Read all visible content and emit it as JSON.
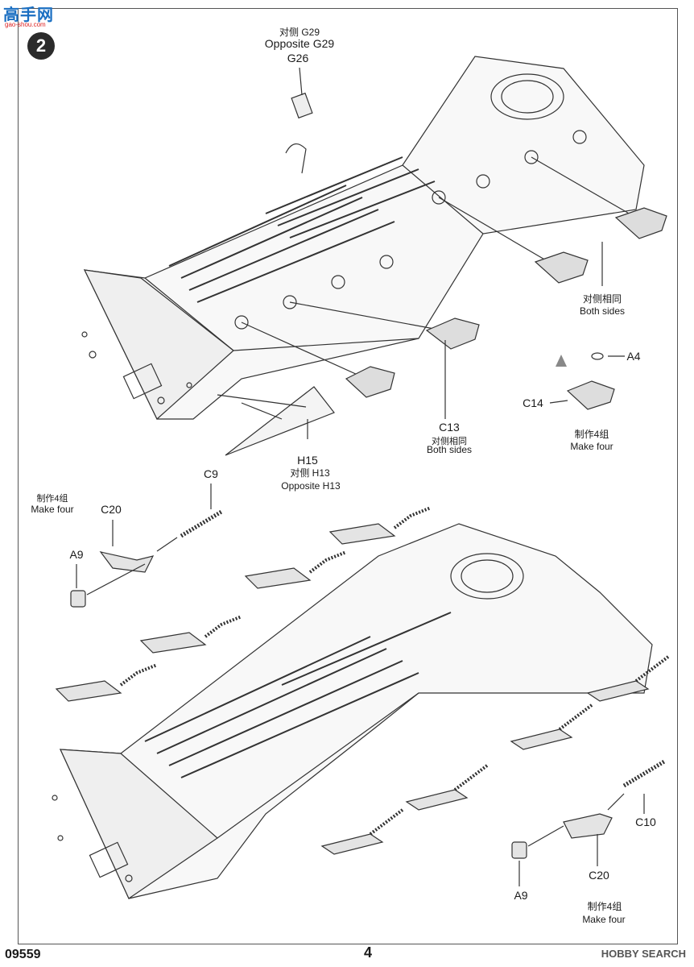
{
  "header": {
    "logo_main": "高手网",
    "logo_sub": "gao-shou.com",
    "step_number": "2"
  },
  "top_view": {
    "g29_cn": "对侧 G29",
    "g29_en": "Opposite G29",
    "g26": "G26",
    "both_sides_cn_upper": "对侧相同",
    "both_sides_en_upper": "Both sides",
    "a4": "A4",
    "c14": "C14",
    "make_four_cn_right": "制作4组",
    "make_four_en_right": "Make four",
    "c13": "C13",
    "c13_sides_cn": "对侧相同",
    "c13_sides_en": "Both sides",
    "h15": "H15",
    "h13_cn": "对侧 H13",
    "h13_en": "Opposite H13"
  },
  "bottom_view": {
    "make_four_cn_left": "制作4组",
    "make_four_en_left": "Make four",
    "c9": "C9",
    "c20_left": "C20",
    "a9_left": "A9",
    "c10": "C10",
    "c20_right": "C20",
    "a9_right": "A9",
    "make_four_cn_bottom": "制作4组",
    "make_four_en_bottom": "Make four"
  },
  "footer": {
    "code": "09559",
    "page": "4",
    "watermark": "HOBBY SEARCH"
  }
}
